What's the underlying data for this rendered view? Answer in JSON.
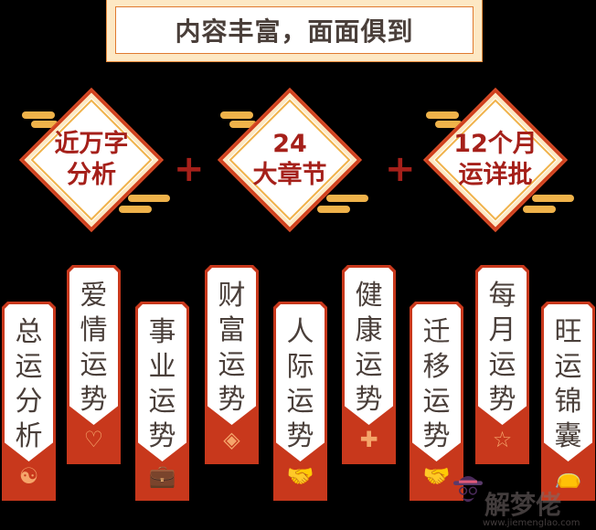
{
  "title": "内容丰富，面面俱到",
  "highlights": [
    {
      "lines": [
        "近万字",
        "分析"
      ]
    },
    {
      "lines": [
        "24",
        "大章节"
      ]
    },
    {
      "lines": [
        "12个月",
        "运详批"
      ]
    }
  ],
  "plus_sign": "+",
  "cards": [
    {
      "chars": [
        "总",
        "运",
        "分",
        "析"
      ],
      "icon": "yin-yang-icon",
      "glyph": "☯"
    },
    {
      "chars": [
        "爱",
        "情",
        "运",
        "势"
      ],
      "icon": "heart-icon",
      "glyph": "♡"
    },
    {
      "chars": [
        "事",
        "业",
        "运",
        "势"
      ],
      "icon": "briefcase-icon",
      "glyph": "💼"
    },
    {
      "chars": [
        "财",
        "富",
        "运",
        "势"
      ],
      "icon": "coin-icon",
      "glyph": "◈"
    },
    {
      "chars": [
        "人",
        "际",
        "运",
        "势"
      ],
      "icon": "handshake-icon",
      "glyph": "🤝"
    },
    {
      "chars": [
        "健",
        "康",
        "运",
        "势"
      ],
      "icon": "medical-kit-icon",
      "glyph": "✚"
    },
    {
      "chars": [
        "迁",
        "移",
        "运",
        "势"
      ],
      "icon": "handshake-icon",
      "glyph": "🤝"
    },
    {
      "chars": [
        "每",
        "月",
        "运",
        "势"
      ],
      "icon": "star-icon",
      "glyph": "☆"
    },
    {
      "chars": [
        "旺",
        "运",
        "锦",
        "囊"
      ],
      "icon": "pouch-icon",
      "glyph": "👝"
    }
  ],
  "watermark": {
    "name": "解梦佬",
    "url": "www.jiemenglao.com"
  },
  "colors": {
    "accent": "#c8381c",
    "text_red": "#a5201a",
    "gold": "#efb24a",
    "text_dark": "#4a3f3a"
  }
}
